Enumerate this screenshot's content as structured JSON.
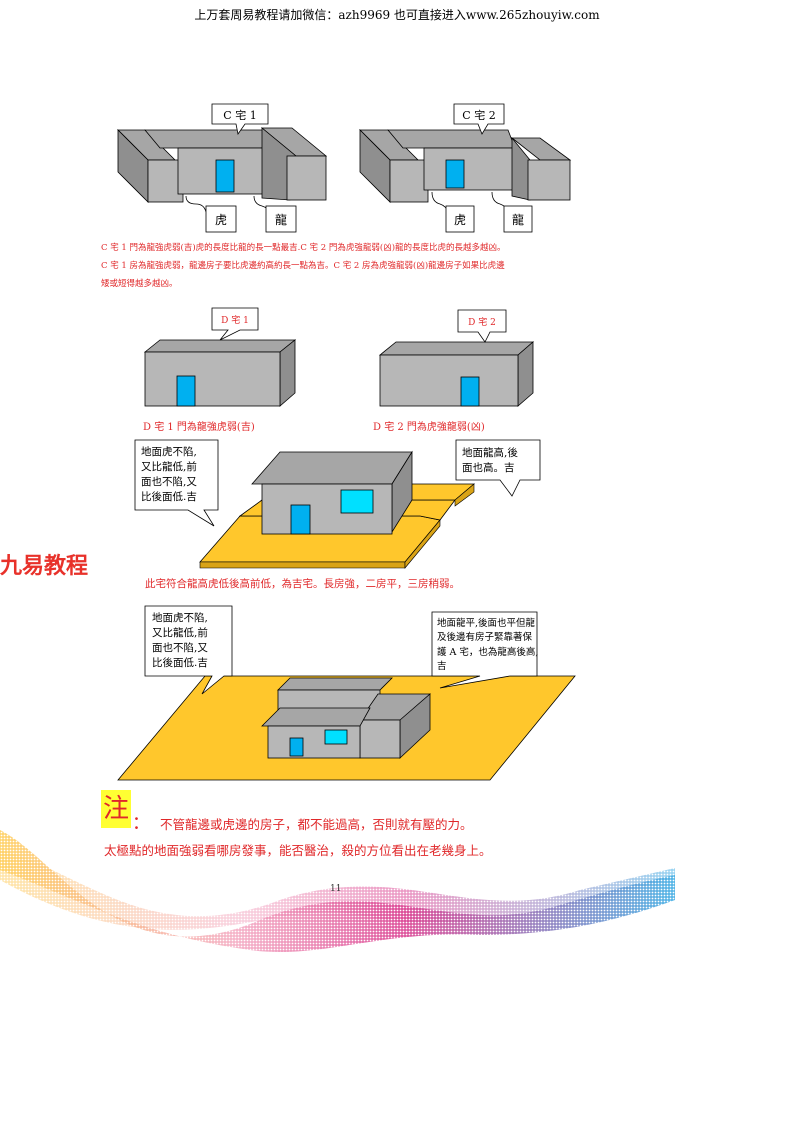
{
  "header": "上万套周易教程请加微信：azh9969   也可直接进入www.265zhouyiw.com",
  "watermark": "九易教程",
  "section_c": {
    "label1": "C 宅 1",
    "label2": "C 宅 2",
    "tiger": "虎",
    "dragon": "龍",
    "caption_lines": [
      "C 宅 1 門為龍強虎弱(吉)虎的長度比龍的長一點最吉.C 宅 2 門為虎強龍弱(凶)龍的長度比虎的長越多越凶。",
      "C 宅 1 房為龍強虎弱，龍邊房子要比虎邊約高約長一點為吉。C 宅 2 房為虎強龍弱(凶)龍邊房子如果比虎邊",
      "矮或短得越多越凶。"
    ]
  },
  "section_d": {
    "label1": "D 宅 1",
    "label2": "D 宅 2",
    "caption1": "D 宅 1 門為龍強虎弱(吉)",
    "caption2": "D 宅 2 門為虎強龍弱(凶)"
  },
  "section_e": {
    "bubble_left": [
      "地面虎不陷,",
      "又比龍低,前",
      "面也不陷,又",
      "比後面低.吉"
    ],
    "bubble_right": [
      "地面龍高,後",
      "面也高。吉"
    ],
    "caption": "此宅符合龍高虎低後高前低，為吉宅。長房強，二房平，三房稍弱。"
  },
  "section_f": {
    "bubble_left": [
      "地面虎不陷,",
      "又比龍低,前",
      "面也不陷,又",
      "比後面低.吉"
    ],
    "bubble_right": [
      "地面龍平,後面也平但龍",
      "及後邊有房子緊靠著保",
      "護 A 宅，也為龍高後高,",
      "吉"
    ]
  },
  "note": {
    "mark": "注",
    "colon": "：",
    "line1": "不管龍邊或虎邊的房子，都不能過高，否則就有壓的力。",
    "line2": "太極點的地面強弱看哪房發事，能否醫治，殺的方位看出在老幾身上。"
  },
  "page_number": "11",
  "colors": {
    "wall_front": "#b7b7b7",
    "wall_side": "#8f8f8f",
    "wall_top": "#a6a6a6",
    "door": "#00b0f0",
    "ground": "#ffc72c",
    "red_text": "#e0282a",
    "watermark": "#e8312a",
    "highlight": "#ffff33"
  }
}
